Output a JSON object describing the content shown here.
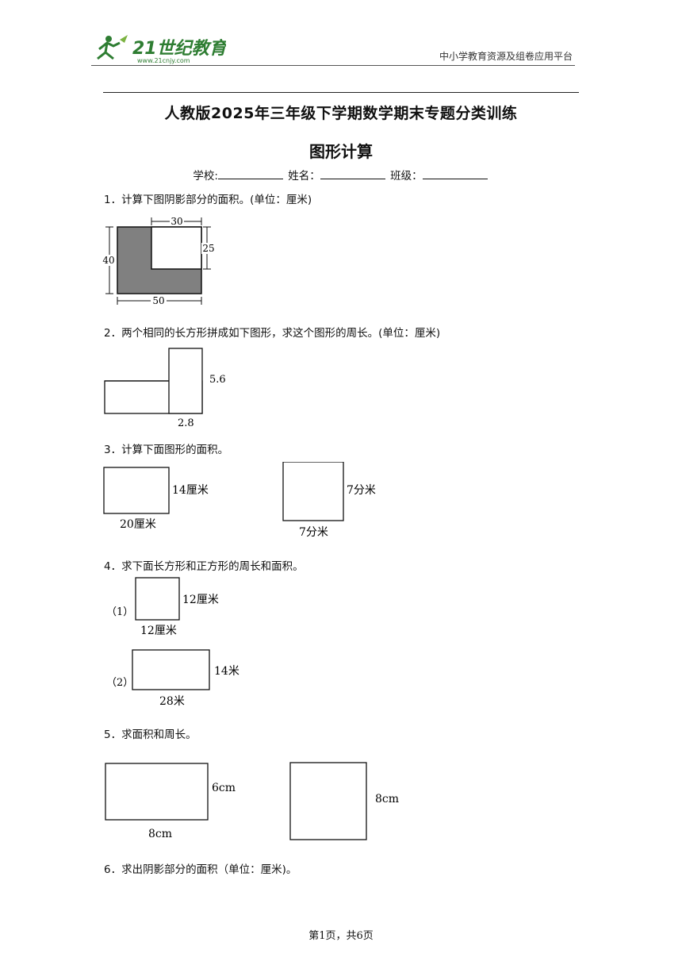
{
  "header": {
    "logo_text": "21世纪教育",
    "logo_url_text": "www.21cnjy.com",
    "platform": "中小学教育资源及组卷应用平台"
  },
  "title": "人教版2025年三年级下学期数学期末专题分类训练",
  "subtitle": "图形计算",
  "info": {
    "school": "学校:",
    "name": "姓名：",
    "class": "班级："
  },
  "questions": [
    {
      "number": "1．",
      "text": "计算下图阴影部分的面积。(单位：厘米)",
      "labels": {
        "top": "30",
        "right": "25",
        "left": "40",
        "bottom": "50"
      }
    },
    {
      "number": "2．",
      "text": "两个相同的长方形拼成如下图形，求这个图形的周长。(单位：厘米)",
      "labels": {
        "height": "5.6",
        "width": "2.8"
      }
    },
    {
      "number": "3．",
      "text": "计算下面图形的面积。",
      "labels": {
        "rect_h": "14厘米",
        "rect_w": "20厘米",
        "sq_h": "7分米",
        "sq_w": "7分米"
      }
    },
    {
      "number": "4．",
      "text": "求下面长方形和正方形的周长和面积。",
      "labels": {
        "p1": "（1）",
        "p1_h": "12厘米",
        "p1_w": "12厘米",
        "p2": "（2）",
        "p2_h": "14米",
        "p2_w": "28米"
      }
    },
    {
      "number": "5．",
      "text": "求面积和周长。",
      "labels": {
        "rect_h": "6cm",
        "rect_w": "8cm",
        "sq_side": "8cm"
      }
    },
    {
      "number": "6．",
      "text": "求出阴影部分的面积（单位：厘米)。"
    }
  ],
  "footer": "第1页，共6页",
  "colors": {
    "shade": "#808080",
    "logo_green": "#3a9a3a"
  }
}
